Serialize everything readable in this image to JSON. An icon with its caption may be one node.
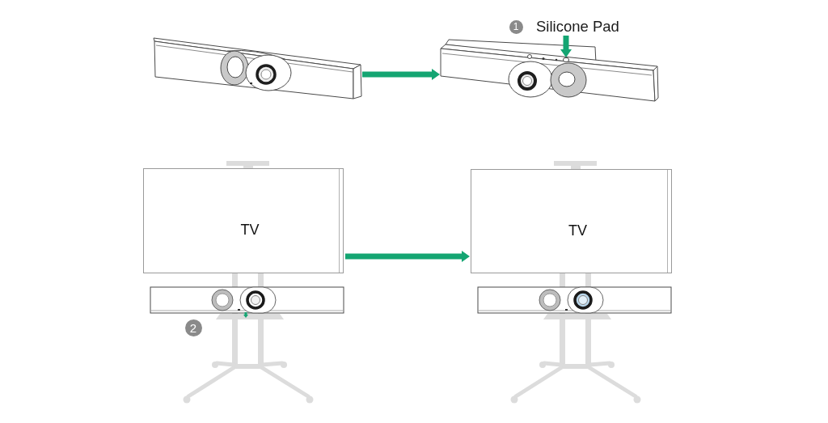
{
  "diagram": {
    "nodes": [
      {
        "text": [],
        "shape": "picture"
      },
      {
        "text": [],
        "shape": "picture"
      },
      {
        "text": [
          "Silicone Pad"
        ]
      },
      {
        "text": [],
        "shape": "circle",
        "in": 1
      },
      {
        "text": [],
        "shape": "picture"
      },
      {
        "text": [
          "TV"
        ],
        "in": 4
      },
      {
        "text": [],
        "shape": "picture"
      },
      {
        "text": [
          "TV"
        ],
        "in": 6
      }
    ],
    "edges": [
      {
        "from": 0,
        "to": 1,
        "arrow": "to"
      },
      {
        "from": 2,
        "to": 3,
        "arrow": "to"
      },
      {
        "from": 4,
        "to": 6,
        "arrow": "to"
      }
    ],
    "labels": [
      "1",
      "2"
    ]
  }
}
